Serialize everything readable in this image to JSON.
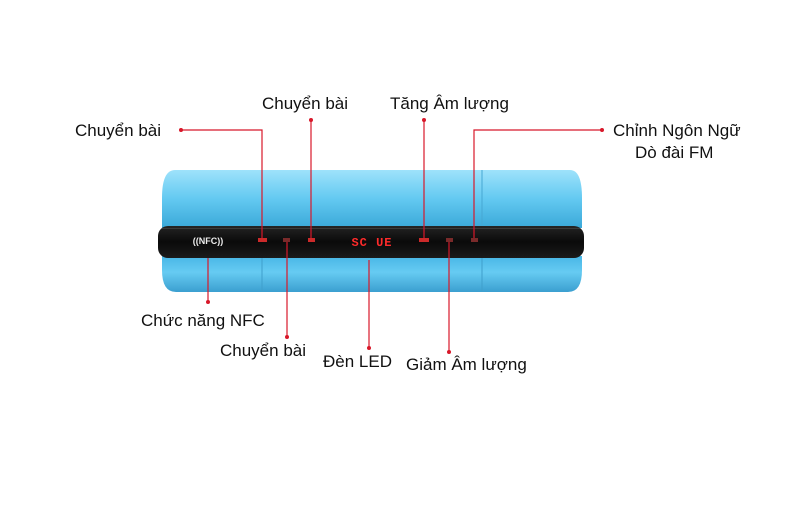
{
  "labels": {
    "prev_track_left": "Chuyển bài",
    "next_track_top": "Chuyển bài",
    "volume_up": "Tăng Âm lượng",
    "language_line1": "Chỉnh Ngôn Ngữ",
    "language_line2": "Dò đài FM",
    "nfc_function": "Chức năng NFC",
    "track_bottom": "Chuyển bài",
    "led_light": "Đèn LED",
    "volume_down": "Giảm Âm lượng"
  },
  "device": {
    "nfc_badge": "((NFC))",
    "led_display": "SC UE"
  },
  "colors": {
    "leader": "#d8182a",
    "body_blue": "#5ec8f0",
    "panel_black": "#0c0c0c",
    "led_red": "#ff2b2b"
  }
}
